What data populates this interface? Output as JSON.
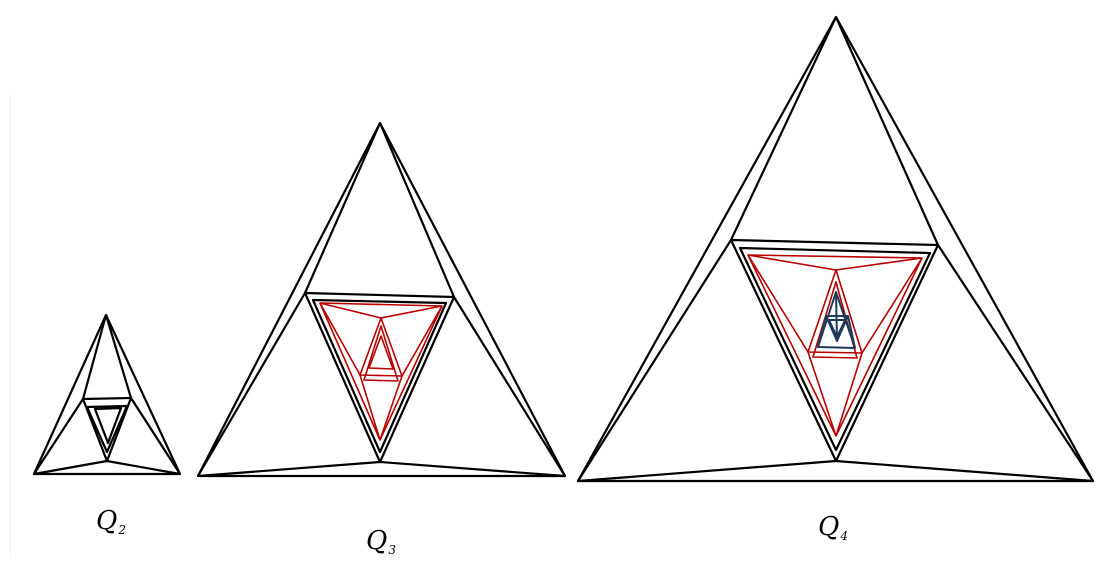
{
  "labels": {
    "q2": {
      "letter": "Q",
      "sub": "2"
    },
    "q3": {
      "letter": "Q",
      "sub": "3"
    },
    "q4": {
      "letter": "Q",
      "sub": "4"
    }
  },
  "colors": {
    "outer": "#000000",
    "level2": "#b80000",
    "level3": "#1f3a5a"
  }
}
